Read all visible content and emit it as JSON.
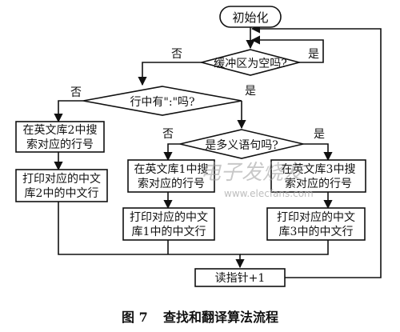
{
  "flowchart": {
    "start": "初始化",
    "decision_buffer": "缓冲区为空吗?",
    "buffer_yes": "是",
    "buffer_no": "否",
    "decision_colon": "行中有\":\"吗?",
    "colon_yes": "是",
    "colon_no": "否",
    "decision_polysemy": "是多义语句吗?",
    "polysemy_yes": "是",
    "polysemy_no": "否",
    "search_lib2": [
      "在英文库2中搜",
      "索对应的行号"
    ],
    "print_lib2": [
      "打印对应的中文",
      "库2中的中文行"
    ],
    "search_lib1": [
      "在英文库1中搜",
      "索对应的行号"
    ],
    "print_lib1": [
      "打印对应的中文",
      "库1中的中文行"
    ],
    "search_lib3": [
      "在英文库3中搜",
      "索对应的行号"
    ],
    "print_lib3": [
      "打印对应的中文",
      "库3中的中文行"
    ],
    "read_pointer": "读指针+1"
  },
  "watermark": {
    "text": "电子发烧友",
    "url": "www.elecfans.com"
  },
  "caption": {
    "figure": "图 7",
    "title": "查找和翻译算法流程"
  }
}
